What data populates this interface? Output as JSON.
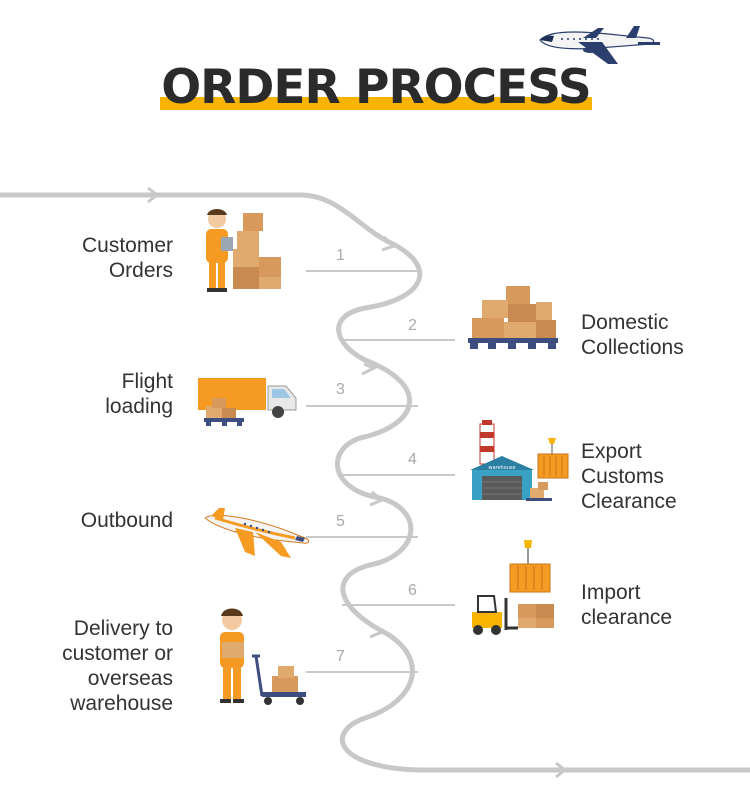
{
  "title": "ORDER PROCESS",
  "steps": [
    {
      "number": "1",
      "label_lines": [
        "Customer",
        "Orders"
      ],
      "icon": "worker-with-boxes-icon"
    },
    {
      "number": "2",
      "label_lines": [
        "Domestic",
        "Collections"
      ],
      "icon": "boxes-on-pallet-icon"
    },
    {
      "number": "3",
      "label_lines": [
        "Flight",
        "loading"
      ],
      "icon": "delivery-truck-icon"
    },
    {
      "number": "4",
      "label_lines": [
        "Export",
        "Customs",
        "Clearance"
      ],
      "icon": "warehouse-icon"
    },
    {
      "number": "5",
      "label_lines": [
        "Outbound"
      ],
      "icon": "airplane-icon"
    },
    {
      "number": "6",
      "label_lines": [
        "Import",
        "clearance"
      ],
      "icon": "forklift-container-icon"
    },
    {
      "number": "7",
      "label_lines": [
        "Delivery to",
        "customer or",
        "overseas",
        "warehouse"
      ],
      "icon": "worker-with-cart-icon"
    }
  ],
  "warehouse_sign": "warehouse",
  "colors": {
    "accent": "#f8b400",
    "path": "#c8c8c8",
    "text": "#333333",
    "orange": "#f59a23"
  }
}
